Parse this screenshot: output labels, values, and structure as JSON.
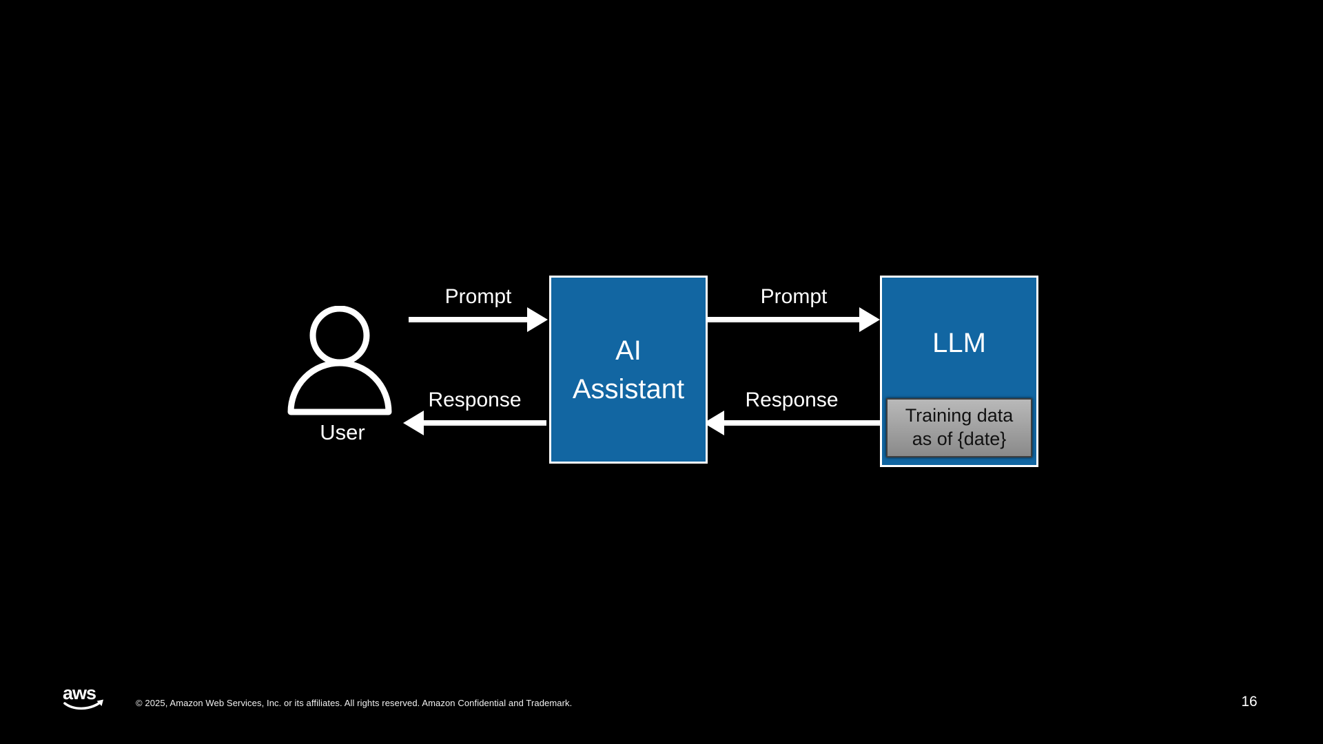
{
  "slide": {
    "page_number": "16",
    "footer": {
      "logo_text": "aws",
      "copyright": "© 2025, Amazon Web Services, Inc. or its affiliates. All rights reserved. Amazon Confidential and Trademark."
    }
  },
  "diagram": {
    "user": {
      "label": "User",
      "icon": "person-icon"
    },
    "ai_assistant": {
      "line1": "AI",
      "line2": "Assistant"
    },
    "llm": {
      "label": "LLM",
      "training_line1": "Training data",
      "training_line2": "as of {date}"
    },
    "flows": {
      "prompt_user_to_ai": "Prompt",
      "prompt_ai_to_llm": "Prompt",
      "response_ai_to_user": "Response",
      "response_llm_to_ai": "Response"
    },
    "colors": {
      "slide_bg": "#000000",
      "box_blue": "#1266A2",
      "box_border_white": "#FFFFFF",
      "training_gray_top": "#B9B9B9",
      "training_gray_bottom": "#8A8A8A",
      "training_border": "#3F3F3F",
      "training_text": "#111111",
      "arrow_white": "#FFFFFF",
      "text_white": "#FFFFFF"
    }
  }
}
